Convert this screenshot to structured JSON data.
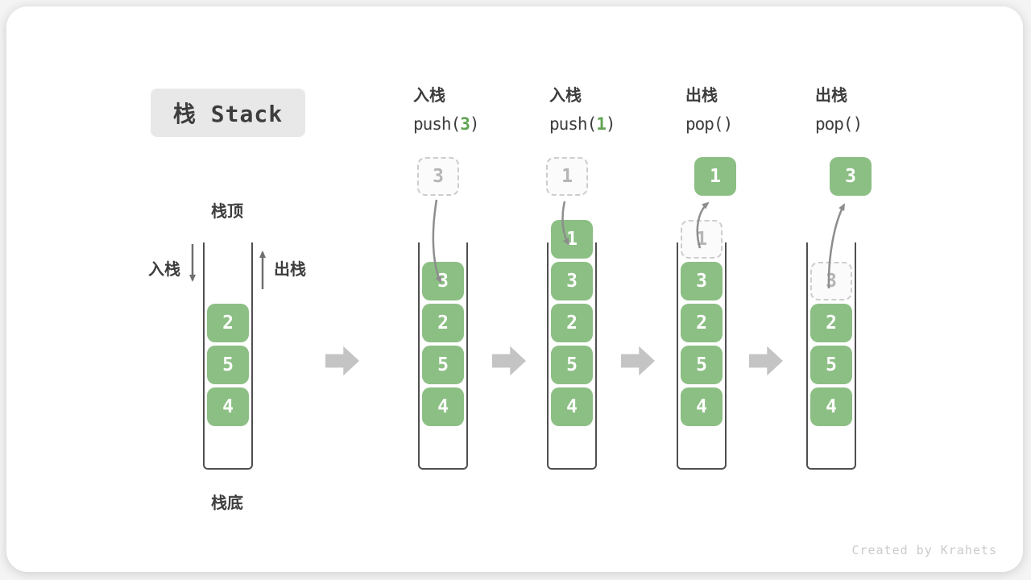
{
  "title": "栈 Stack",
  "labels": {
    "stack_top": "栈顶",
    "stack_bottom": "栈底",
    "push_label": "入栈",
    "pop_label": "出栈"
  },
  "watermark": "Created by Krahets",
  "colors": {
    "cell_green": "#8cbf84",
    "arg_green": "#61a353",
    "ghost_border": "#cdcdcd",
    "ghost_text": "#b5b5b5",
    "curve_arrow": "#8d8d8d",
    "straight_arrow": "#6f6f6f",
    "block_arrow": "#c4c4c4"
  },
  "steps": [
    {
      "name": "initial-stack",
      "header": null,
      "float": null,
      "cells": [
        {
          "v": "2",
          "ghost": false
        },
        {
          "v": "5",
          "ghost": false
        },
        {
          "v": "4",
          "ghost": false
        }
      ]
    },
    {
      "name": "push-3",
      "header": {
        "op": "入栈",
        "code_pre": "push(",
        "code_arg": "3",
        "code_post": ")"
      },
      "float": {
        "v": "3",
        "ghost": true
      },
      "cells": [
        {
          "v": "3",
          "ghost": false
        },
        {
          "v": "2",
          "ghost": false
        },
        {
          "v": "5",
          "ghost": false
        },
        {
          "v": "4",
          "ghost": false
        }
      ]
    },
    {
      "name": "push-1",
      "header": {
        "op": "入栈",
        "code_pre": "push(",
        "code_arg": "1",
        "code_post": ")"
      },
      "float": {
        "v": "1",
        "ghost": true
      },
      "cells": [
        {
          "v": "1",
          "ghost": false
        },
        {
          "v": "3",
          "ghost": false
        },
        {
          "v": "2",
          "ghost": false
        },
        {
          "v": "5",
          "ghost": false
        },
        {
          "v": "4",
          "ghost": false
        }
      ]
    },
    {
      "name": "pop-1",
      "header": {
        "op": "出栈",
        "code_pre": "pop()",
        "code_arg": "",
        "code_post": ""
      },
      "float": {
        "v": "1",
        "ghost": false
      },
      "cells": [
        {
          "v": "1",
          "ghost": true
        },
        {
          "v": "3",
          "ghost": false
        },
        {
          "v": "2",
          "ghost": false
        },
        {
          "v": "5",
          "ghost": false
        },
        {
          "v": "4",
          "ghost": false
        }
      ]
    },
    {
      "name": "pop-3",
      "header": {
        "op": "出栈",
        "code_pre": "pop()",
        "code_arg": "",
        "code_post": ""
      },
      "float": {
        "v": "3",
        "ghost": false
      },
      "cells": [
        {
          "v": "3",
          "ghost": true
        },
        {
          "v": "2",
          "ghost": false
        },
        {
          "v": "5",
          "ghost": false
        },
        {
          "v": "4",
          "ghost": false
        }
      ]
    }
  ]
}
